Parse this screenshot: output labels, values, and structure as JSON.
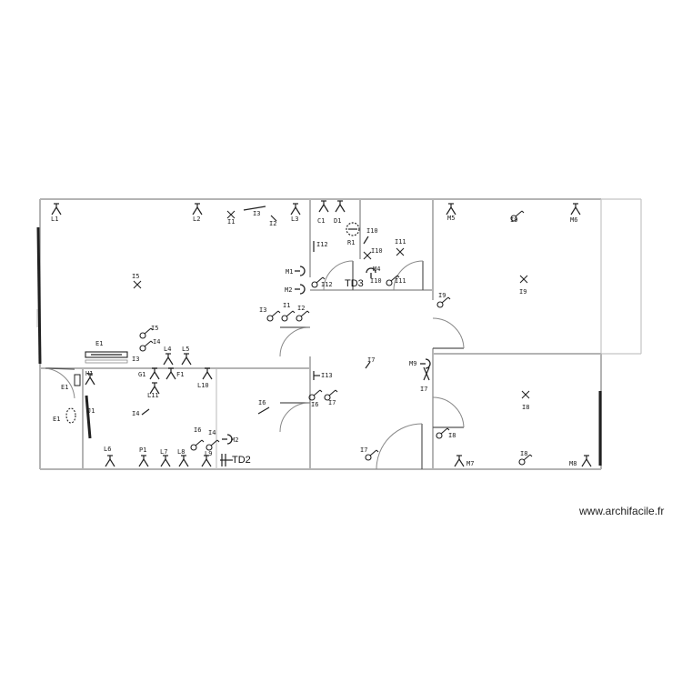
{
  "watermark": "www.archifacile.fr",
  "panels": {
    "td2": "TD2",
    "td3": "TD3"
  },
  "labels": {
    "l1": "L1",
    "l2": "L2",
    "l3": "L3",
    "l4": "L4",
    "l5": "L5",
    "l6": "L6",
    "l7": "L7",
    "l8": "L8",
    "l9": "L9",
    "l10": "L10",
    "l11": "L11",
    "i1": "I1",
    "i1b": "I1",
    "i2": "I2",
    "i2b": "I2",
    "i3": "I3",
    "i3b": "I3",
    "i3c": "I3",
    "i4": "I4",
    "i4b": "I4",
    "i4c": "I4",
    "i5": "I5",
    "i5b": "I5",
    "i6": "I6",
    "i6b": "I6",
    "i6c": "I6",
    "i7": "I7",
    "i7b": "I7",
    "i7c": "I7",
    "i7d": "I7",
    "i8": "I8",
    "i8b": "I8",
    "i8c": "I8",
    "i9": "I9",
    "i9b": "I9",
    "i9c": "I9",
    "i10": "I10",
    "i10b": "I10",
    "i10c": "I10",
    "i11": "I11",
    "i11b": "I11",
    "i12": "I12",
    "i12b": "I12",
    "i13": "I13",
    "m1": "M1",
    "m2": "M2",
    "m2b": "M2",
    "m4": "M4",
    "m5": "M5",
    "m6": "M6",
    "m7": "M7",
    "m8": "M8",
    "m9": "M9",
    "c1": "C1",
    "d1": "D1",
    "r1": "R1",
    "e1": "E1",
    "e1b": "E1",
    "e1c": "E1",
    "h1": "H1",
    "j1": "J1",
    "g1": "G1",
    "f1": "F1",
    "p1": "P1"
  },
  "icons": [
    "ceiling-light-icon",
    "wall-light-icon",
    "switch-icon",
    "socket-icon",
    "door-icon",
    "panel-icon"
  ]
}
